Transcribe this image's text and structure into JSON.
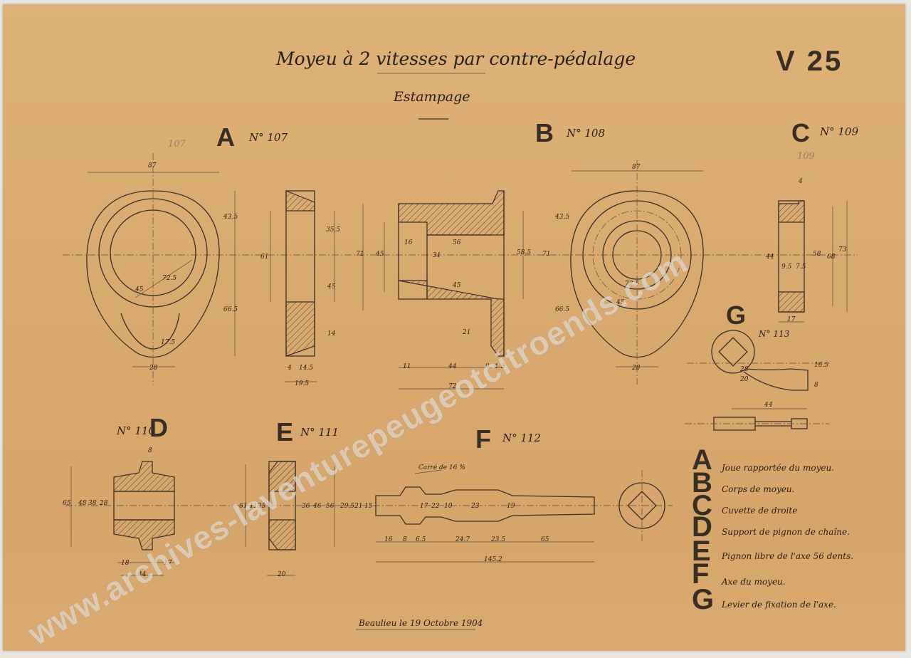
{
  "sheet": {
    "title": "Moyeu à 2 vitesses par contre-pédalage",
    "subtitle": "Estampage",
    "code": "V 25",
    "date": "Beaulieu le 19 Octobre 1904",
    "watermark": "www.archives-laventurepeugeotcitroends.com"
  },
  "views": {
    "A": {
      "letter": "A",
      "number": "N° 107",
      "pencil": "107"
    },
    "B": {
      "letter": "B",
      "number": "N° 108"
    },
    "C": {
      "letter": "C",
      "number": "N° 109",
      "pencil": "109"
    },
    "D": {
      "letter": "D",
      "number": "N° 110"
    },
    "E": {
      "letter": "E",
      "number": "N° 111"
    },
    "F": {
      "letter": "F",
      "number": "N° 112",
      "note": "Carré de 16 %"
    },
    "G": {
      "letter": "G",
      "number": "N° 113"
    }
  },
  "legend": [
    {
      "letter": "A",
      "text": "Joue rapportée du moyeu."
    },
    {
      "letter": "B",
      "text": "Corps de moyeu."
    },
    {
      "letter": "C",
      "text": "Cuvette de droite"
    },
    {
      "letter": "D",
      "text": "Support de pignon de chaîne."
    },
    {
      "letter": "E",
      "text": "Pignon libre de l'axe 56 dents."
    },
    {
      "letter": "F",
      "text": "Axe du moyeu."
    },
    {
      "letter": "G",
      "text": "Levier de fixation de l'axe."
    }
  ],
  "dims": {
    "a_w": "87",
    "a_top": "43.5",
    "a_bot": "66.5",
    "a_r": "72.5",
    "a_45": "45",
    "a_28": "28",
    "a_175": "17.5",
    "as_61": "61",
    "as_355": "35.5",
    "as_45": "45",
    "as_14": "14",
    "as_4": "4",
    "as_145": "14.5",
    "as_195": "19.5",
    "b_71": "71",
    "b_45": "45",
    "b_16": "16",
    "b_56": "56",
    "b_31": "31",
    "b_45b": "45",
    "b_585": "58.5",
    "b_11": "11",
    "b_44": "44",
    "b_9": "9",
    "b_4": "4",
    "b_3": "3",
    "b_72": "72",
    "b_21": "21",
    "bs_87": "87",
    "bs_435": "43.5",
    "bs_665": "66.5",
    "bs_r": "72.5",
    "bs_45": "45",
    "bs_28": "28",
    "bs_71": "71",
    "c_4": "4",
    "c_44": "44",
    "c_95": "9.5",
    "c_75": "7.5",
    "c_58": "58",
    "c_68": "68",
    "c_73": "73",
    "c_17": "17",
    "g_28": "28",
    "g_20": "20",
    "g_44": "44",
    "g_165": "16.5",
    "g_8": "8",
    "d_65": "65",
    "d_48": "48",
    "d_38": "38",
    "d_28": "28",
    "d_8": "8",
    "d_18": "18",
    "d_17": "17",
    "d_44": "44",
    "e_61": "61",
    "e_41": "41",
    "e_25": "25",
    "e_36": "36",
    "e_46": "46",
    "e_56": "56",
    "e_20": "20",
    "f_295": "29.5",
    "f_21": "21",
    "f_15": "15",
    "f_17": "17",
    "f_22": "22",
    "f_10": "10",
    "f_23": "23",
    "f_19": "19",
    "f_16": "16",
    "f_8": "8",
    "f_65": "6.5",
    "f_247": "24.7",
    "f_235": "23.5",
    "f_65b": "65",
    "f_1452": "145.2"
  }
}
